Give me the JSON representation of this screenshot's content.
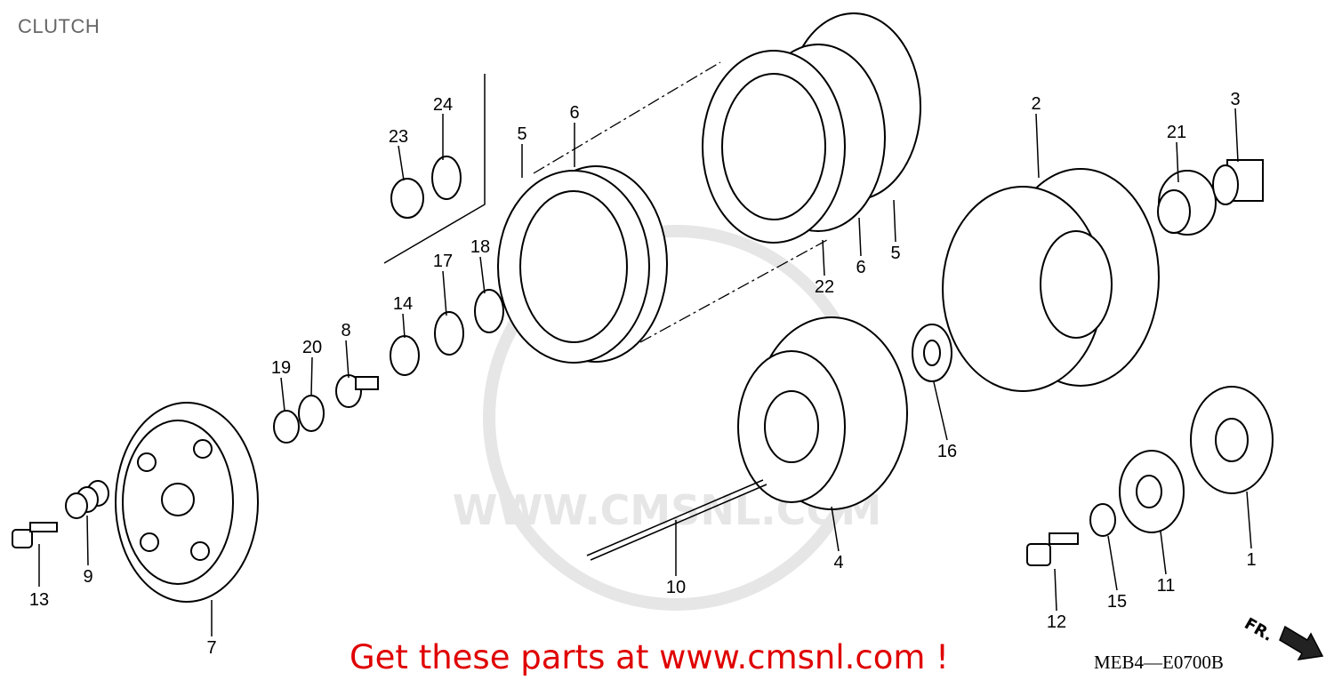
{
  "title": "CLUTCH",
  "watermark": "WWW.CMSNL.COM",
  "callouts": [
    "24",
    "23",
    "5",
    "6",
    "2",
    "3",
    "21",
    "18",
    "17",
    "14",
    "8",
    "20",
    "19",
    "22",
    "6",
    "5",
    "16",
    "4",
    "10",
    "13",
    "9",
    "7",
    "1",
    "11",
    "15",
    "12"
  ],
  "footer": "Get these parts at www.cmsnl.com !",
  "diagram_code": "MEB4—E0700B",
  "front_marker": "FR.",
  "colors": {
    "footer": "#e00000",
    "title": "#666666"
  }
}
